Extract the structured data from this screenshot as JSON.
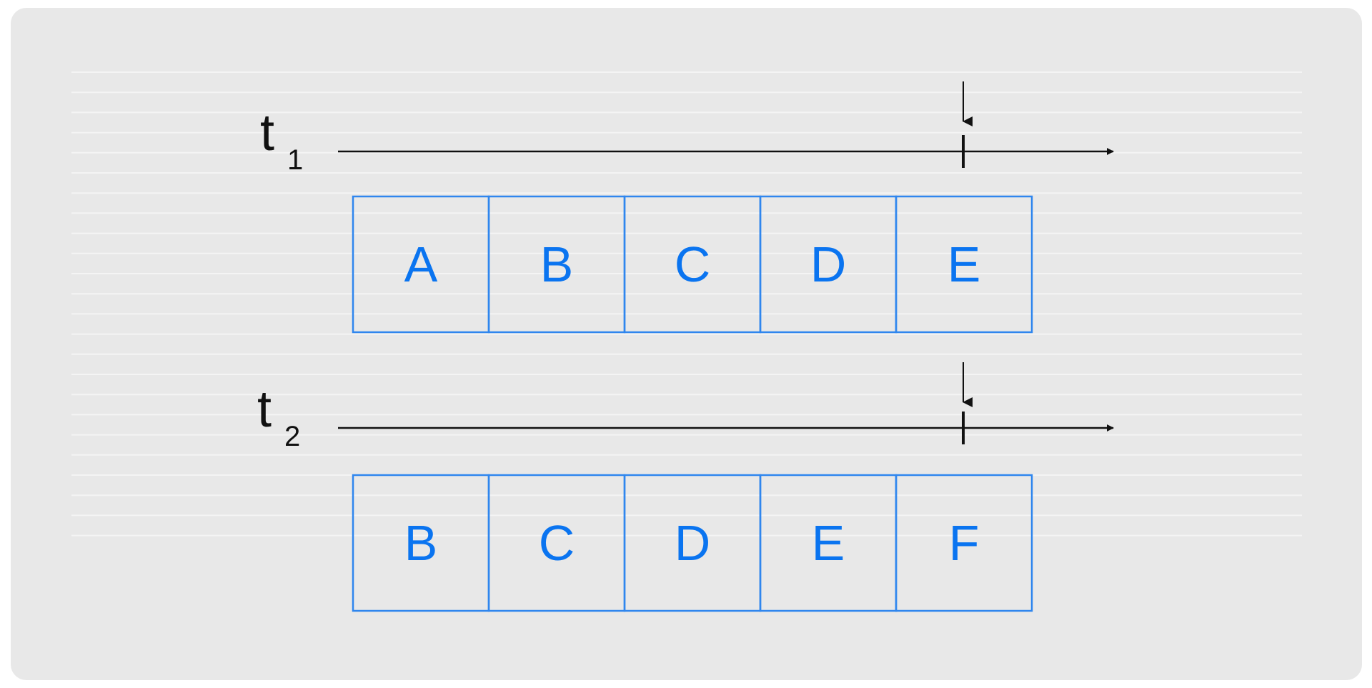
{
  "colors": {
    "background": "#e8e8e8",
    "gridline": "#f4f4f4",
    "axis": "#111111",
    "cell_stroke": "#2f86ee",
    "cell_text": "#0a74f0"
  },
  "rows": [
    {
      "time_label": "t",
      "time_subscript": "1",
      "cells": [
        "A",
        "B",
        "C",
        "D",
        "E"
      ]
    },
    {
      "time_label": "t",
      "time_subscript": "2",
      "cells": [
        "B",
        "C",
        "D",
        "E",
        "F"
      ]
    }
  ]
}
